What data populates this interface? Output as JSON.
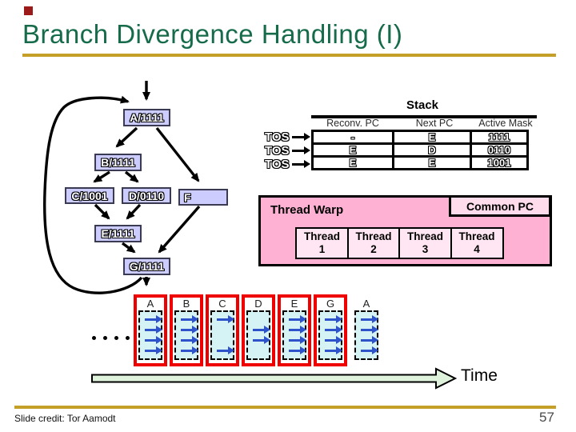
{
  "slide": {
    "title": "Branch Divergence Handling (I)",
    "credit": "Slide credit: Tor Aamodt",
    "page_number": "57"
  },
  "colors": {
    "title_green": "#156b4a",
    "rule_gold": "#c5a028",
    "node_fill": "#ccccff",
    "warp_pink": "#ffb1d4",
    "thread_pink": "#ffe6f2",
    "timeline_cyan": "#d5f2f5",
    "highlight_red": "#ee0000",
    "thread_arrow_blue": "#2e52c9",
    "time_arrow_fill": "#dff3dc",
    "corner_mark_red": "#9c1a1a"
  },
  "flowchart": {
    "nodes": [
      {
        "id": "A",
        "label": "A/1111"
      },
      {
        "id": "B",
        "label": "B/1111"
      },
      {
        "id": "C",
        "label": "C/1001"
      },
      {
        "id": "D",
        "label": "D/0110"
      },
      {
        "id": "F",
        "label": "F"
      },
      {
        "id": "E",
        "label": "E/1111"
      },
      {
        "id": "G",
        "label": "G/1111"
      }
    ]
  },
  "stack": {
    "title": "Stack",
    "tos_label": "TOS",
    "columns": [
      "Reconv. PC",
      "Next PC",
      "Active Mask"
    ],
    "rows": [
      [
        "-",
        "E",
        "1111"
      ],
      [
        "E",
        "D",
        "0110"
      ],
      [
        "E",
        "E",
        "1001"
      ]
    ]
  },
  "warp": {
    "title": "Thread Warp",
    "common_pc_label": "Common PC",
    "threads": [
      {
        "word": "Thread",
        "num": "1"
      },
      {
        "word": "Thread",
        "num": "2"
      },
      {
        "word": "Thread",
        "num": "3"
      },
      {
        "word": "Thread",
        "num": "4"
      }
    ]
  },
  "timeline": {
    "time_label": "Time",
    "columns": [
      {
        "label": "A",
        "highlight": true,
        "mask": [
          1,
          1,
          1,
          1
        ]
      },
      {
        "label": "B",
        "highlight": true,
        "mask": [
          1,
          1,
          1,
          1
        ]
      },
      {
        "label": "C",
        "highlight": true,
        "mask": [
          1,
          0,
          0,
          1
        ]
      },
      {
        "label": "D",
        "highlight": true,
        "mask": [
          0,
          1,
          1,
          0
        ]
      },
      {
        "label": "E",
        "highlight": true,
        "mask": [
          1,
          1,
          1,
          1
        ]
      },
      {
        "label": "G",
        "highlight": true,
        "mask": [
          1,
          1,
          1,
          1
        ]
      },
      {
        "label": "A",
        "highlight": false,
        "mask": [
          1,
          1,
          1,
          1
        ]
      }
    ]
  }
}
